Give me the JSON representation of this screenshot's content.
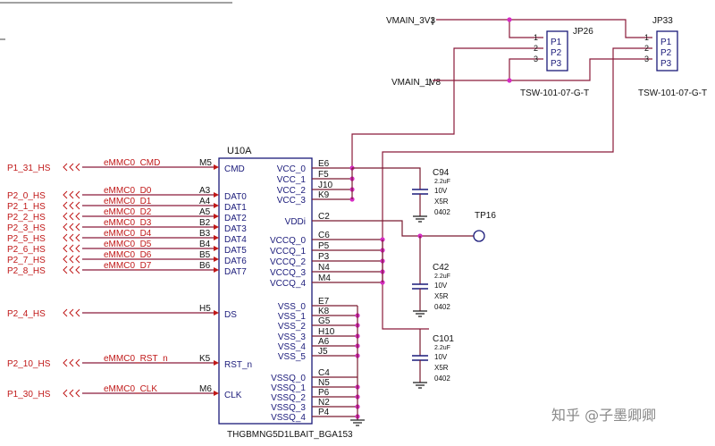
{
  "u10a": {
    "ref": "U10A",
    "part": "THGBMNG5D1LBAIT_BGA153",
    "left_pins": [
      {
        "net": "P1_31_HS",
        "signal": "eMMC0_CMD",
        "ball": "M5",
        "func": "CMD"
      },
      {
        "net": "P2_0_HS",
        "signal": "eMMC0_D0",
        "ball": "A3",
        "func": "DAT0"
      },
      {
        "net": "P2_1_HS",
        "signal": "eMMC0_D1",
        "ball": "A4",
        "func": "DAT1"
      },
      {
        "net": "P2_2_HS",
        "signal": "eMMC0_D2",
        "ball": "A5",
        "func": "DAT2"
      },
      {
        "net": "P2_3_HS",
        "signal": "eMMC0_D3",
        "ball": "B2",
        "func": "DAT3"
      },
      {
        "net": "P2_5_HS",
        "signal": "eMMC0_D4",
        "ball": "B3",
        "func": "DAT4"
      },
      {
        "net": "P2_6_HS",
        "signal": "eMMC0_D5",
        "ball": "B4",
        "func": "DAT5"
      },
      {
        "net": "P2_7_HS",
        "signal": "eMMC0_D6",
        "ball": "B5",
        "func": "DAT6"
      },
      {
        "net": "P2_8_HS",
        "signal": "eMMC0_D7",
        "ball": "B6",
        "func": "DAT7"
      },
      {
        "net": "P2_4_HS",
        "signal": "",
        "ball": "H5",
        "func": "DS"
      },
      {
        "net": "P2_10_HS",
        "signal": "eMMC0_RST_n",
        "ball": "K5",
        "func": "RST_n"
      },
      {
        "net": "P1_30_HS",
        "signal": "eMMC0_CLK",
        "ball": "M6",
        "func": "CLK"
      }
    ],
    "right_pins": [
      {
        "func": "VCC_0",
        "ball": "E6"
      },
      {
        "func": "VCC_1",
        "ball": "F5"
      },
      {
        "func": "VCC_2",
        "ball": "J10"
      },
      {
        "func": "VCC_3",
        "ball": "K9"
      },
      {
        "func": "VDDi",
        "ball": "C2"
      },
      {
        "func": "VCCQ_0",
        "ball": "C6"
      },
      {
        "func": "VCCQ_1",
        "ball": "P5"
      },
      {
        "func": "VCCQ_2",
        "ball": "P3"
      },
      {
        "func": "VCCQ_3",
        "ball": "N4"
      },
      {
        "func": "VCCQ_4",
        "ball": "M4"
      },
      {
        "func": "VSS_0",
        "ball": "E7"
      },
      {
        "func": "VSS_1",
        "ball": "K8"
      },
      {
        "func": "VSS_2",
        "ball": "G5"
      },
      {
        "func": "VSS_3",
        "ball": "H10"
      },
      {
        "func": "VSS_4",
        "ball": "A6"
      },
      {
        "func": "VSS_5",
        "ball": "J5"
      },
      {
        "func": "VSSQ_0",
        "ball": "C4"
      },
      {
        "func": "VSSQ_1",
        "ball": "N5"
      },
      {
        "func": "VSSQ_2",
        "ball": "P6"
      },
      {
        "func": "VSSQ_3",
        "ball": "N2"
      },
      {
        "func": "VSSQ_4",
        "ball": "P4"
      }
    ]
  },
  "jumpers": [
    {
      "ref": "JP26",
      "part": "TSW-101-07-G-T",
      "pins": [
        "P1",
        "P2",
        "P3"
      ],
      "nums": [
        "1",
        "2",
        "3"
      ]
    },
    {
      "ref": "JP33",
      "part": "TSW-101-07-G-T",
      "pins": [
        "P1",
        "P2",
        "P3"
      ],
      "nums": [
        "1",
        "2",
        "3"
      ]
    }
  ],
  "rails": {
    "v33": "VMAIN_3V3",
    "v18": "VMAIN_1V8"
  },
  "caps": [
    {
      "ref": "C94",
      "value": "2.2uF",
      "volt": "10V",
      "diel": "X5R",
      "pkg": "0402"
    },
    {
      "ref": "C42",
      "value": "2.2uF",
      "volt": "10V",
      "diel": "X5R",
      "pkg": "0402"
    },
    {
      "ref": "C101",
      "value": "2.2uF",
      "volt": "10V",
      "diel": "X5R",
      "pkg": "0402"
    }
  ],
  "testpoint": "TP16",
  "watermark": "知乎 @子墨卿卿"
}
